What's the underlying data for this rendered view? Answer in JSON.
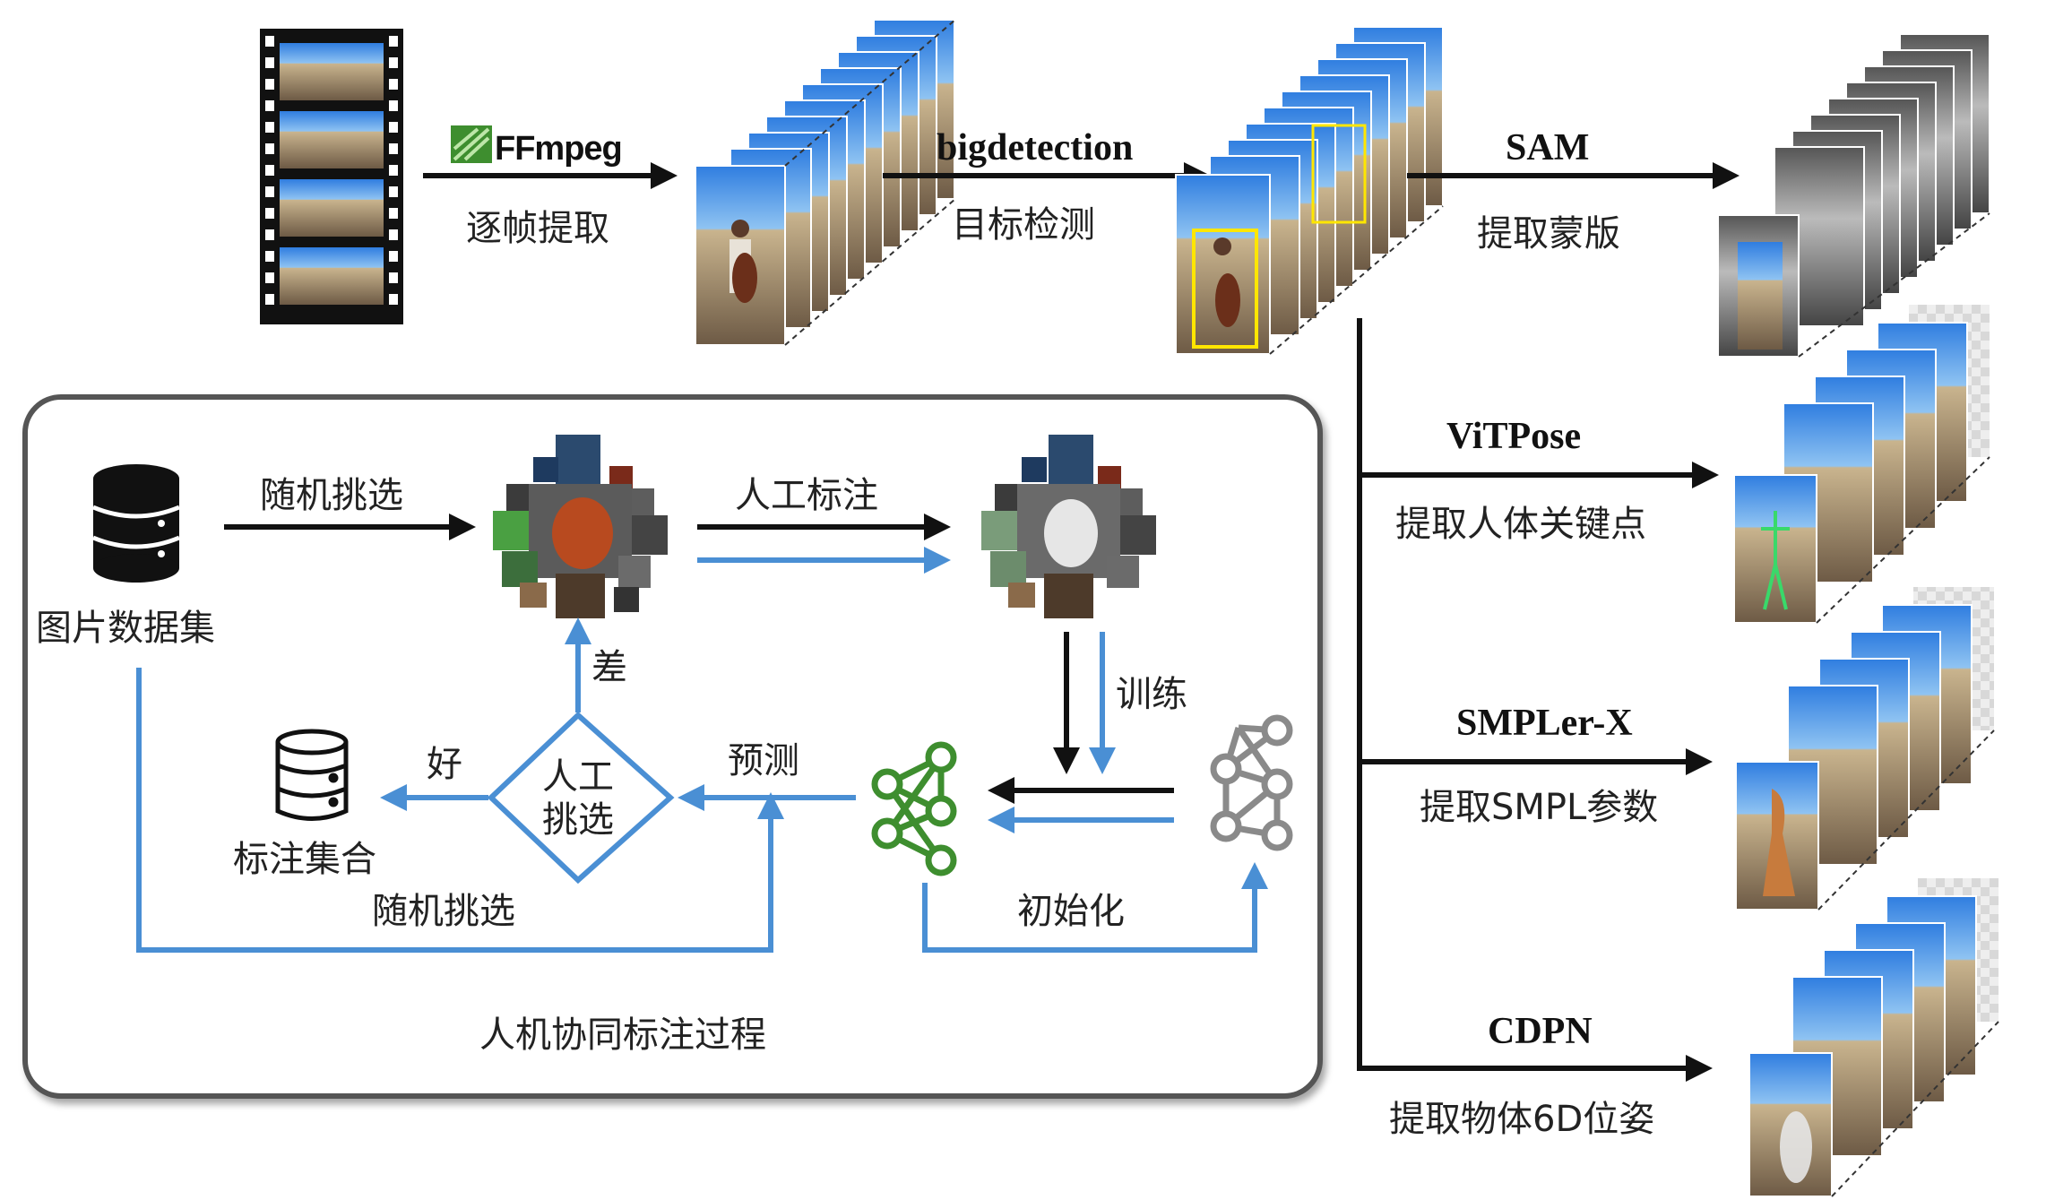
{
  "top_pipeline": {
    "ffmpeg_logo_text": "FFmpeg",
    "step1_label": "逐帧提取",
    "step2_tool": "bigdetection",
    "step2_label": "目标检测",
    "step3_tool": "SAM",
    "step3_label": "提取蒙版"
  },
  "branches": [
    {
      "tool": "ViTPose",
      "label": "提取人体关键点"
    },
    {
      "tool": "SMPLer-X",
      "label": "提取SMPL参数"
    },
    {
      "tool": "CDPN",
      "label": "提取物体6D位姿"
    }
  ],
  "hitl": {
    "title": "人机协同标注过程",
    "dataset_label": "图片数据集",
    "random_select_top": "随机挑选",
    "manual_annotate": "人工标注",
    "train": "训练",
    "predict": "预测",
    "manual_select_line1": "人工",
    "manual_select_line2": "挑选",
    "bad": "差",
    "good": "好",
    "annotation_set": "标注集合",
    "random_select_bottom": "随机挑选",
    "init": "初始化"
  },
  "colors": {
    "blue": "#4a8fd4",
    "green": "#3e8e2f",
    "gray": "#8a8a8a",
    "black": "#111111"
  }
}
